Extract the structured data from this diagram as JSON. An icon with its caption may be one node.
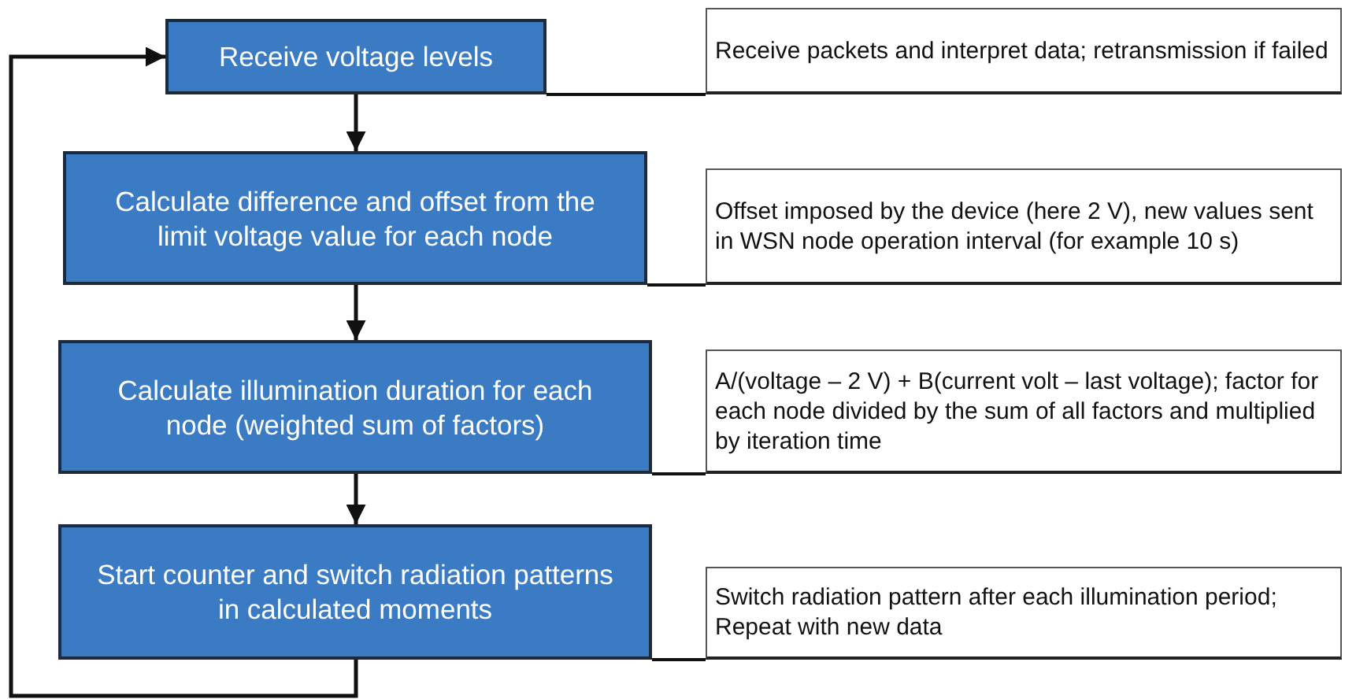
{
  "diagram": {
    "nodes": [
      {
        "text": [
          "Receive voltage levels"
        ]
      },
      {
        "text": [
          "Receive packets and interpret data; retransmission if failed"
        ]
      },
      {
        "text": [
          "Calculate difference and offset from the limit voltage value for each node"
        ]
      },
      {
        "text": [
          "Offset imposed by the device (here 2 V), new values sent in WSN node operation interval (for example 10 s)"
        ]
      },
      {
        "text": [
          "Calculate illumination duration for each node (weighted sum of factors)"
        ]
      },
      {
        "text": [
          "A/(voltage – 2 V) + B(current volt – last voltage); factor for each node divided by the sum of all factors and multiplied by iteration time"
        ]
      },
      {
        "text": [
          "Start counter and switch radiation patterns in calculated moments"
        ]
      },
      {
        "text": [
          "Switch radiation pattern after each illumination period; Repeat with new data"
        ]
      }
    ],
    "edges": [
      {
        "from": 0,
        "to": 2,
        "arrow": "to"
      },
      {
        "from": 2,
        "to": 4,
        "arrow": "to"
      },
      {
        "from": 4,
        "to": 6,
        "arrow": "to"
      },
      {
        "from": 6,
        "to": 0,
        "arrow": "to"
      },
      {
        "from": 0,
        "to": 1,
        "arrow": "none"
      },
      {
        "from": 2,
        "to": 3,
        "arrow": "none"
      },
      {
        "from": 4,
        "to": 5,
        "arrow": "none"
      },
      {
        "from": 6,
        "to": 7,
        "arrow": "none"
      }
    ]
  }
}
